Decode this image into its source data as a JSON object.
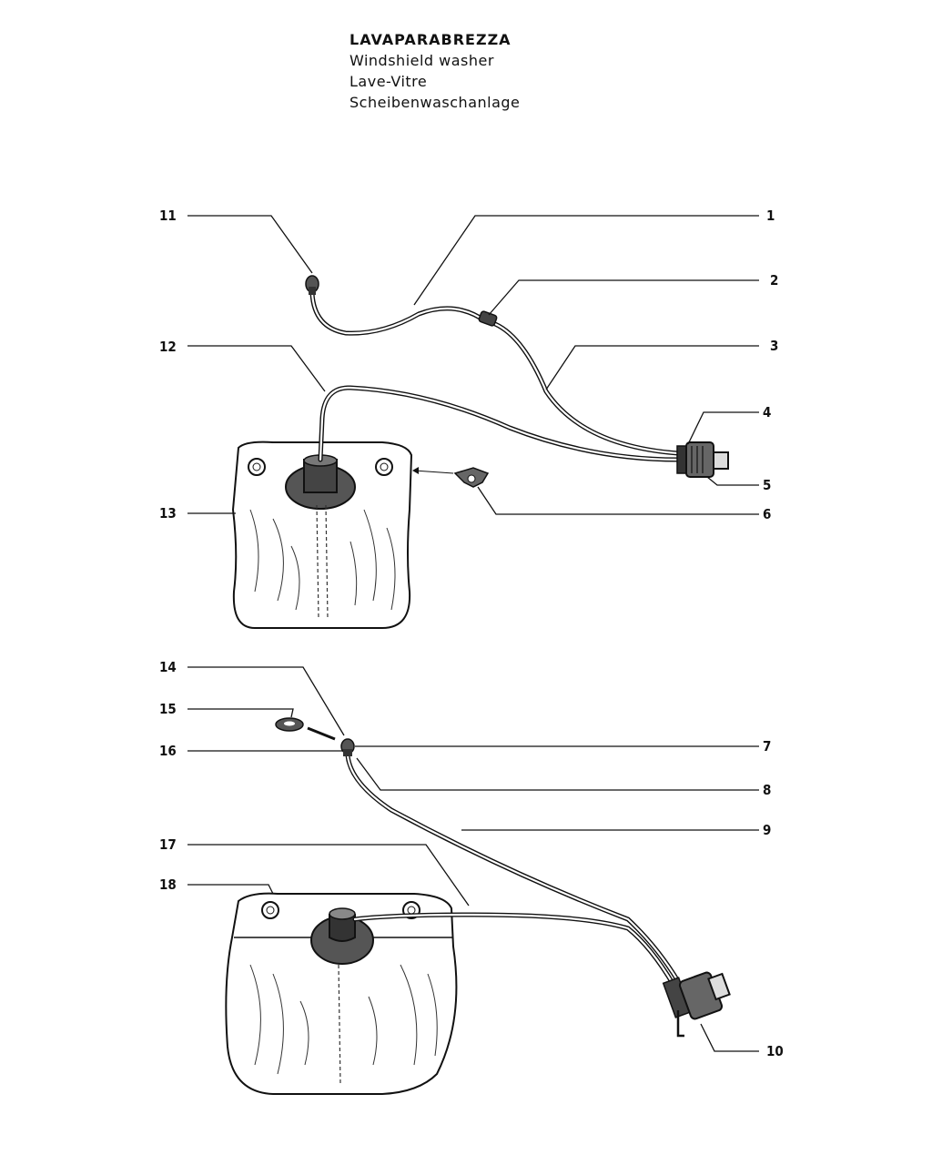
{
  "header": {
    "title_it": "LAVAPARABREZZA",
    "title_en": "Windshield washer",
    "title_fr": "Lave-Vitre",
    "title_de": "Scheibenwaschanlage"
  },
  "callouts": {
    "n1": "1",
    "n2": "2",
    "n3": "3",
    "n4": "4",
    "n5": "5",
    "n6": "6",
    "n7": "7",
    "n8": "8",
    "n9": "9",
    "n10": "10",
    "n11": "11",
    "n12": "12",
    "n13": "13",
    "n14": "14",
    "n15": "15",
    "n16": "16",
    "n17": "17",
    "n18": "18"
  },
  "colors": {
    "ink": "#111111",
    "paper": "#ffffff"
  }
}
